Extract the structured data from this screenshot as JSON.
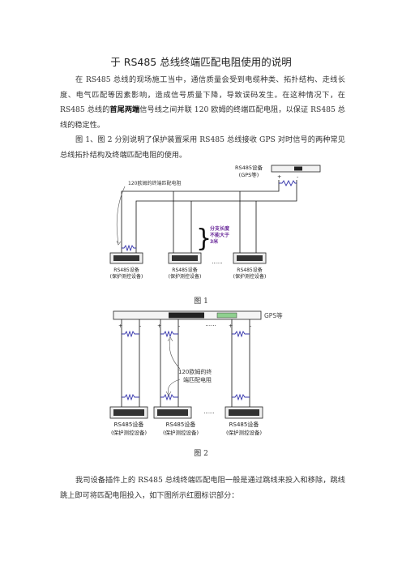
{
  "doc": {
    "title": "于 RS485 总线终端匹配电阻使用的说明",
    "p1_a": "在 RS485 总线的现场施工当中，通信质量会受到电缆种类、拓扑结构、走线长度、电气匹配等因素影响，造成信号质量下降，导致误码发生。在这种情况下，在 RS485 总线的",
    "p1_bold": "首尾两端",
    "p1_b": "信号线之间并联 120 欧姆的终端匹配电阻，以保证 RS485 总线的稳定性。",
    "p2": "图 1、图 2 分别说明了保护装置采用 RS485 总线接收 GPS 对时信号的两种常见总线拓扑结构及终端匹配电阻的使用。",
    "p3": "我司设备插件上的 RS485 总线终端匹配电阻一般是通过跳线来投入和移除，跳线跳上即可将匹配电阻投入，如下图所示红圈标识部分："
  },
  "fig1": {
    "caption": "图 1",
    "gps_label1": "RS485设备",
    "gps_label2": "(GPS等)",
    "plus": "+",
    "minus": "-",
    "res_note": "120欧姆的终端匹配电阻",
    "branch_note1": "分支长度",
    "branch_note2": "不能大于",
    "branch_note3": "3米",
    "dots": "......",
    "device_label1": "RS485设备",
    "device_label2": "(保护测控设备)"
  },
  "fig2": {
    "caption": "图 2",
    "gps_label": "GPS等",
    "plus": "+",
    "minus": "-",
    "dots": "......",
    "res_note1": "120欧姆的终",
    "res_note2": "端匹配电阻",
    "device_label1": "RS485设备",
    "device_label2": "(保护测控设备)"
  },
  "colors": {
    "resistor": "#3333aa",
    "branch_note": "#6a2a9a",
    "bus_line": "#111111"
  }
}
